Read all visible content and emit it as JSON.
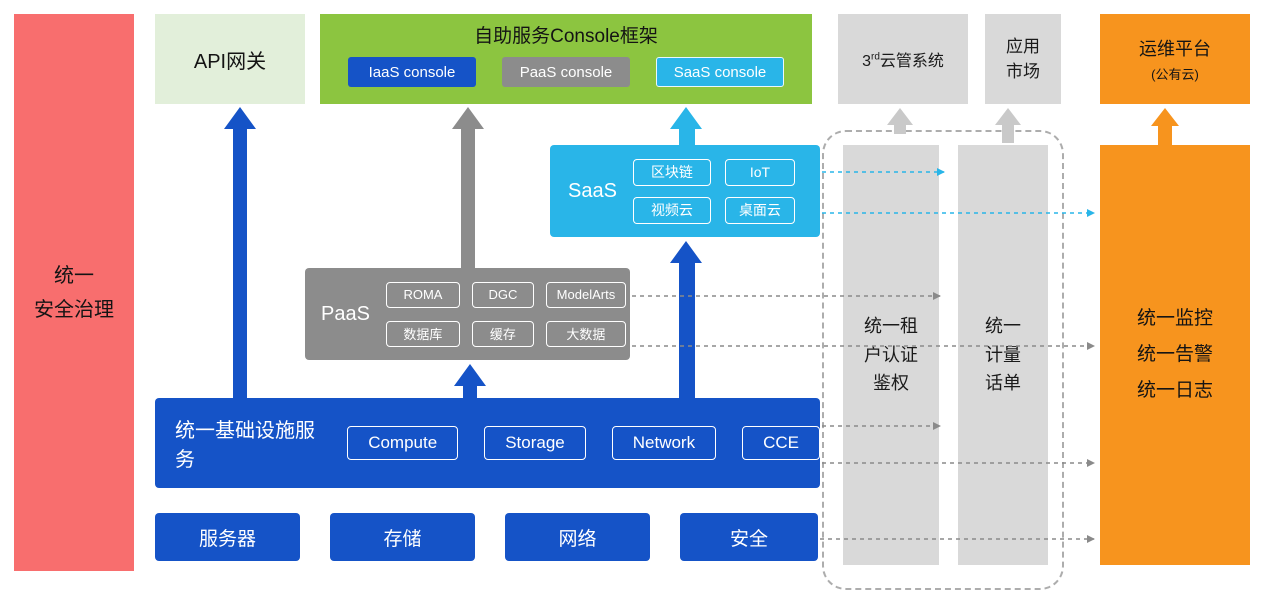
{
  "colors": {
    "red": "#F86E6E",
    "light_green": "#E2EFDA",
    "green": "#8CC540",
    "blue": "#1553C7",
    "cyan": "#29B5E8",
    "gray": "#8C8C8C",
    "light_gray": "#D9D9D9",
    "orange": "#F7941E"
  },
  "left_bar": {
    "label": "统一\n安全治理"
  },
  "api_gateway": {
    "label": "API网关"
  },
  "console_framework": {
    "title": "自助服务Console框架",
    "consoles": [
      "IaaS console",
      "PaaS console",
      "SaaS console"
    ]
  },
  "top_right": {
    "third_party": {
      "prefix": "3",
      "sup": "rd",
      "suffix": "云管系统"
    },
    "app_market": "应用\n市场",
    "om_platform": {
      "line1": "运维平台",
      "line2": "(公有云)"
    }
  },
  "saas": {
    "label": "SaaS",
    "items": [
      "区块链",
      "IoT",
      "视频云",
      "桌面云"
    ]
  },
  "paas": {
    "label": "PaaS",
    "items": [
      "ROMA",
      "DGC",
      "ModelArts",
      "数据库",
      "缓存",
      "大数据"
    ]
  },
  "infra": {
    "label": "统一基础设施服务",
    "items": [
      "Compute",
      "Storage",
      "Network",
      "CCE"
    ]
  },
  "bottom_row": {
    "items": [
      "服务器",
      "存储",
      "网络",
      "安全"
    ]
  },
  "right_panel": {
    "auth": "统一租\n户认证\n鉴权",
    "billing": "统一\n计量\n话单"
  },
  "om_box": {
    "label": "统一监控\n统一告警\n统一日志"
  }
}
